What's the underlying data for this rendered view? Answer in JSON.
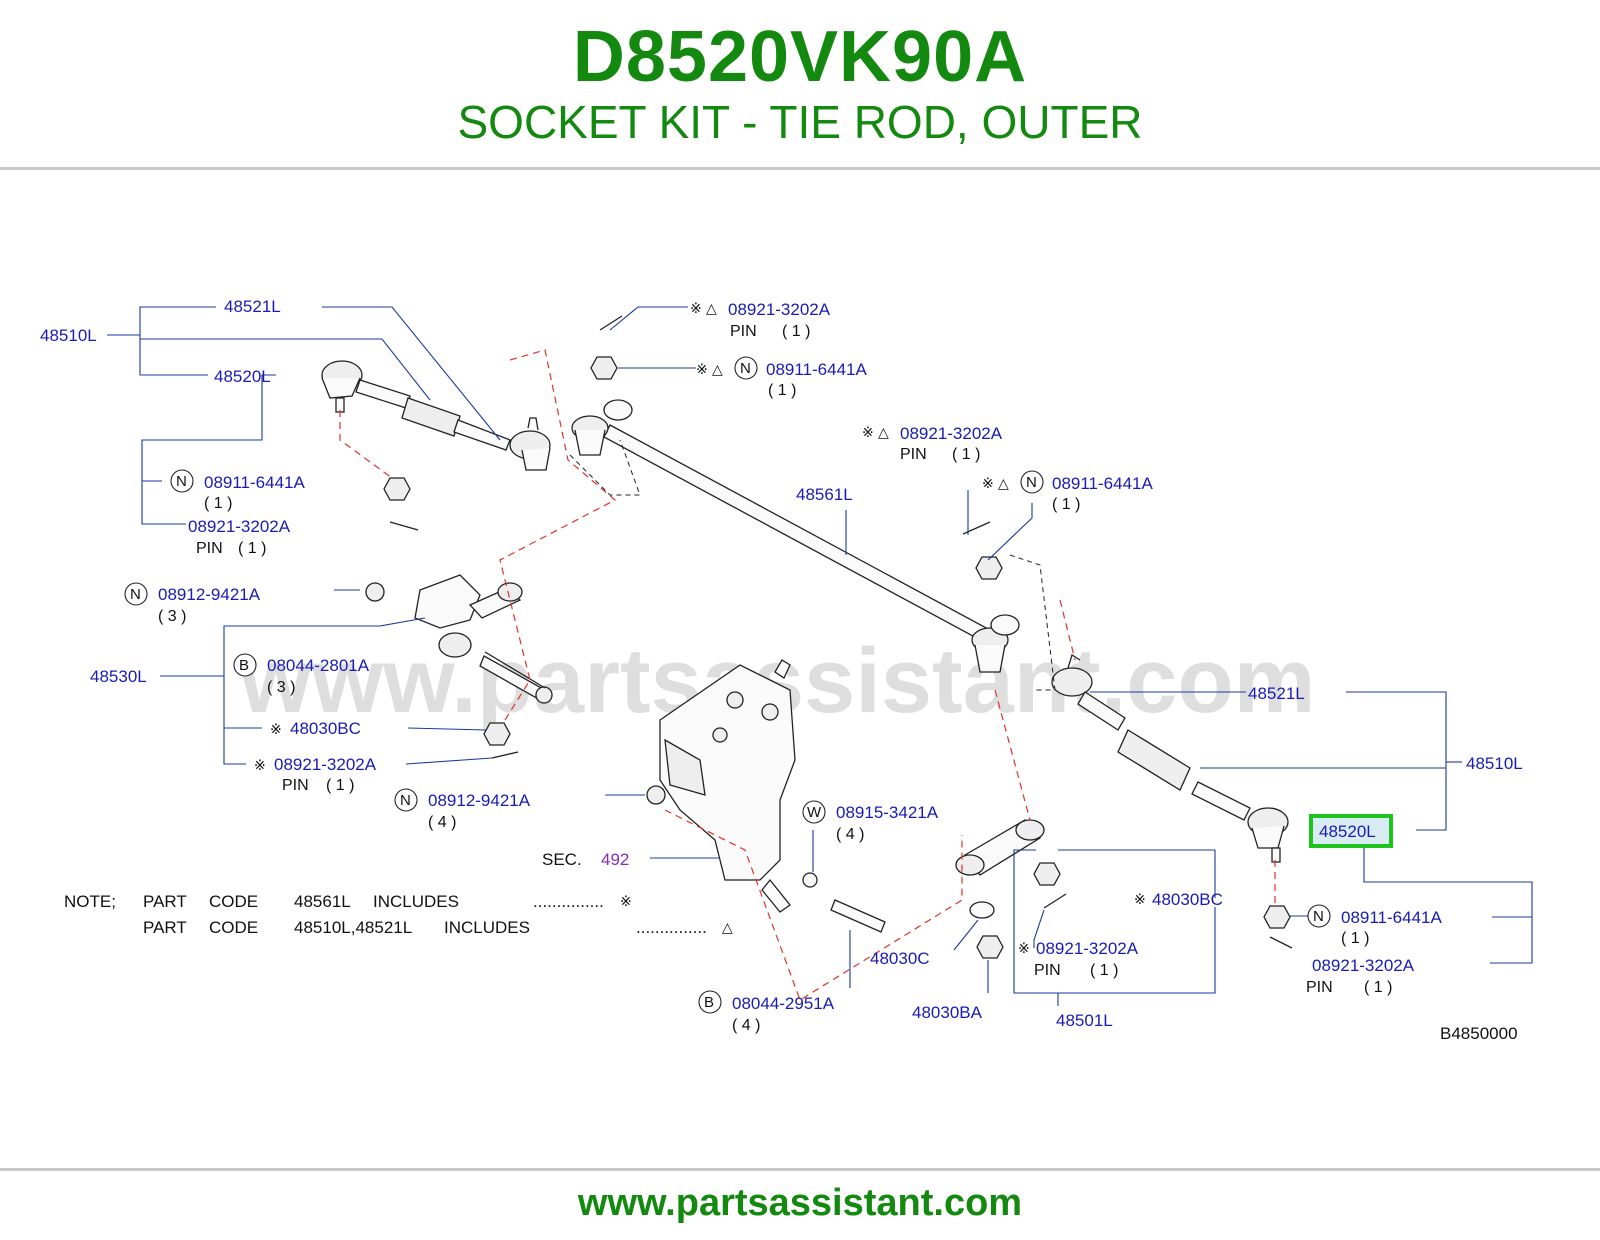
{
  "header": {
    "part_code": "D8520VK90A",
    "part_name": "SOCKET KIT - TIE ROD, OUTER"
  },
  "watermark": "www.partsassistant.com",
  "footer": {
    "url": "www.partsassistant.com"
  },
  "diagram_id": "B4850000",
  "section_ref": {
    "prefix": "SEC.",
    "number": "492"
  },
  "symbols": {
    "kome": "※",
    "triangle": "△",
    "circle_n": "N",
    "circle_b": "B",
    "circle_w": "W"
  },
  "labels": {
    "l_48510L_left": "48510L",
    "l_48521L_left": "48521L",
    "l_48520L_left": "48520L",
    "l_089116441A_left": "08911-6441A",
    "l_089116441A_left_qty": "( 1 )",
    "l_089213202A_left": "08921-3202A",
    "l_pin_left": "PIN",
    "l_pin_left_qty": "( 1 )",
    "l_089129421A_a": "08912-9421A",
    "l_089129421A_a_qty": "( 3 )",
    "l_48530L": "48530L",
    "l_080442801A": "08044-2801A",
    "l_080442801A_qty": "( 3 )",
    "l_48030BC_left": "48030BC",
    "l_089213202A_mid": "08921-3202A",
    "l_pin_mid": "PIN",
    "l_pin_mid_qty": "( 1 )",
    "l_089129421A_b": "08912-9421A",
    "l_089129421A_b_qty": "( 4 )",
    "l_089213202A_topA": "08921-3202A",
    "l_pin_topA": "PIN",
    "l_pin_topA_qty": "( 1 )",
    "l_089116441A_topA": "08911-6441A",
    "l_089116441A_topA_qty": "( 1 )",
    "l_089213202A_topB": "08921-3202A",
    "l_pin_topB": "PIN",
    "l_pin_topB_qty": "( 1 )",
    "l_089116441A_topB": "08911-6441A",
    "l_089116441A_topB_qty": "( 1 )",
    "l_48561L": "48561L",
    "l_48521L_right": "48521L",
    "l_48510L_right": "48510L",
    "l_48520L_right": "48520L",
    "l_089153421A": "08915-3421A",
    "l_089153421A_qty": "( 4 )",
    "l_48030BC_right": "48030BC",
    "l_089213202A_lower": "08921-3202A",
    "l_pin_lower": "PIN",
    "l_pin_lower_qty": "( 1 )",
    "l_48030C": "48030C",
    "l_48030BA": "48030BA",
    "l_48501L": "48501L",
    "l_080442951A": "08044-2951A",
    "l_080442951A_qty": "( 4 )",
    "l_089116441A_right": "08911-6441A",
    "l_089116441A_right_qty": "( 1 )",
    "l_089213202A_right": "08921-3202A",
    "l_pin_right": "PIN",
    "l_pin_right_qty": "( 1 )"
  },
  "note": {
    "heading": "NOTE;",
    "line1": {
      "a": "PART",
      "b": "CODE",
      "code": "48561L",
      "verb": "INCLUDES",
      "dots": "...............",
      "mark": "※"
    },
    "line2": {
      "a": "PART",
      "b": "CODE",
      "code": "48510L,48521L",
      "verb": "INCLUDES",
      "dots": "...............",
      "mark": "△"
    }
  },
  "colors": {
    "brand_green": "#13890f",
    "part_blue": "#1a1ab8",
    "section_purple": "#8a2bc0",
    "highlight_green": "#1ec31e",
    "highlight_fill": "#d9ecf3"
  }
}
